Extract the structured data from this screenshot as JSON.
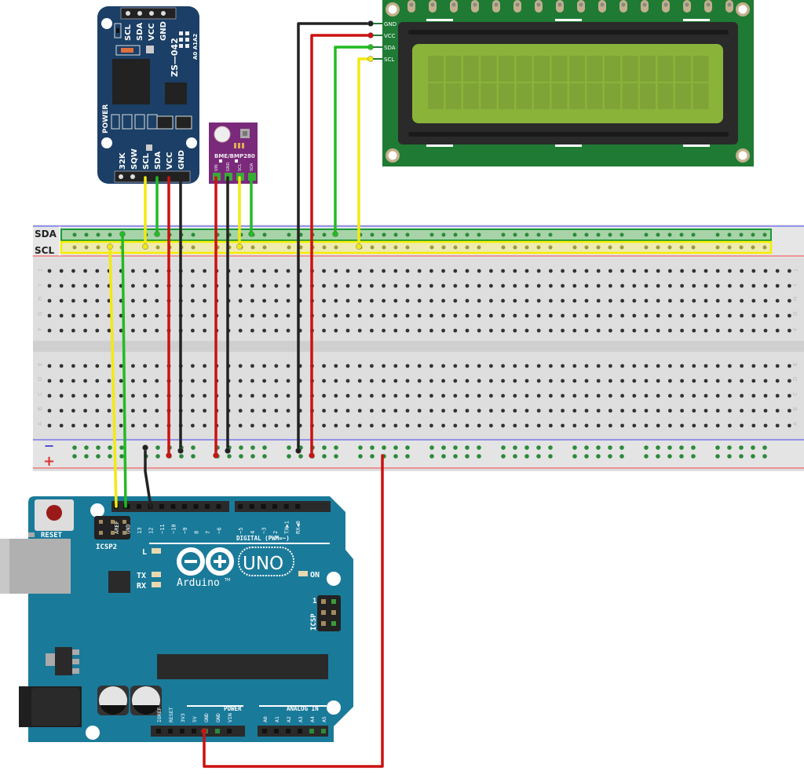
{
  "diagram": {
    "title": "Arduino UNO + DS3231 RTC + BME/BMP280 + I2C 16x2 LCD wiring",
    "colors": {
      "wire_red": "#cc1111",
      "wire_black": "#222222",
      "wire_green": "#22bb22",
      "wire_yellow": "#f2ea0f",
      "arduino_board": "#1a7a9a",
      "rtc_board": "#1b3f66",
      "bme_board": "#7a2a7a",
      "lcd_board": "#1f7a34",
      "lcd_screen": "#8ab33a",
      "breadboard": "#dcdcdc",
      "sda_rail": "#1a9a3a",
      "scl_rail": "#f5ee00"
    }
  },
  "breadboard": {
    "rail_labels": {
      "sda": "SDA",
      "scl": "SCL"
    },
    "row_labels_top": [
      "J",
      "I",
      "H",
      "G",
      "F"
    ],
    "row_labels_bottom": [
      "E",
      "D",
      "C",
      "B",
      "A"
    ],
    "power_minus": "−",
    "power_plus": "+"
  },
  "rtc": {
    "top_pins": [
      "SCL",
      "SDA",
      "VCC",
      "GND"
    ],
    "chip_label": "ZS—042",
    "addr_label": "A0 A1A2",
    "power_label": "POWER",
    "bottom_pins": [
      "32K",
      "SQW",
      "SCL",
      "SDA",
      "VCC",
      "GND"
    ]
  },
  "bme": {
    "label": "BME/BMP280",
    "pins": [
      "VIN",
      "GND",
      "SCL",
      "SDA"
    ]
  },
  "lcd": {
    "pins": [
      "GND",
      "VCC",
      "SDA",
      "SCL"
    ],
    "columns": 16,
    "rows": 2
  },
  "arduino": {
    "reset_label": "RESET",
    "icsp2_label": "ICSP2",
    "icsp_label": "ICSP",
    "icsp_pin1": "1",
    "led_l": "L",
    "led_tx": "TX",
    "led_rx": "RX",
    "led_on": "ON",
    "logo_text": "Arduino",
    "tm": "TM",
    "model": "UNO",
    "digital_label": "DIGITAL (PWM=~)",
    "digital_pins": [
      "AREF",
      "GND",
      "13",
      "12",
      "~11",
      "~10",
      "~9",
      "8",
      "7",
      "~6",
      "~5",
      "4",
      "~3",
      "2",
      "TX▶1",
      "RX◀0"
    ],
    "power_label": "POWER",
    "power_pins": [
      "IOREF",
      "RESET",
      "3V3",
      "5V",
      "GND",
      "GND",
      "VIN"
    ],
    "analog_label": "ANALOG IN",
    "analog_pins": [
      "A0",
      "A1",
      "A2",
      "A3",
      "A4",
      "A5"
    ]
  }
}
